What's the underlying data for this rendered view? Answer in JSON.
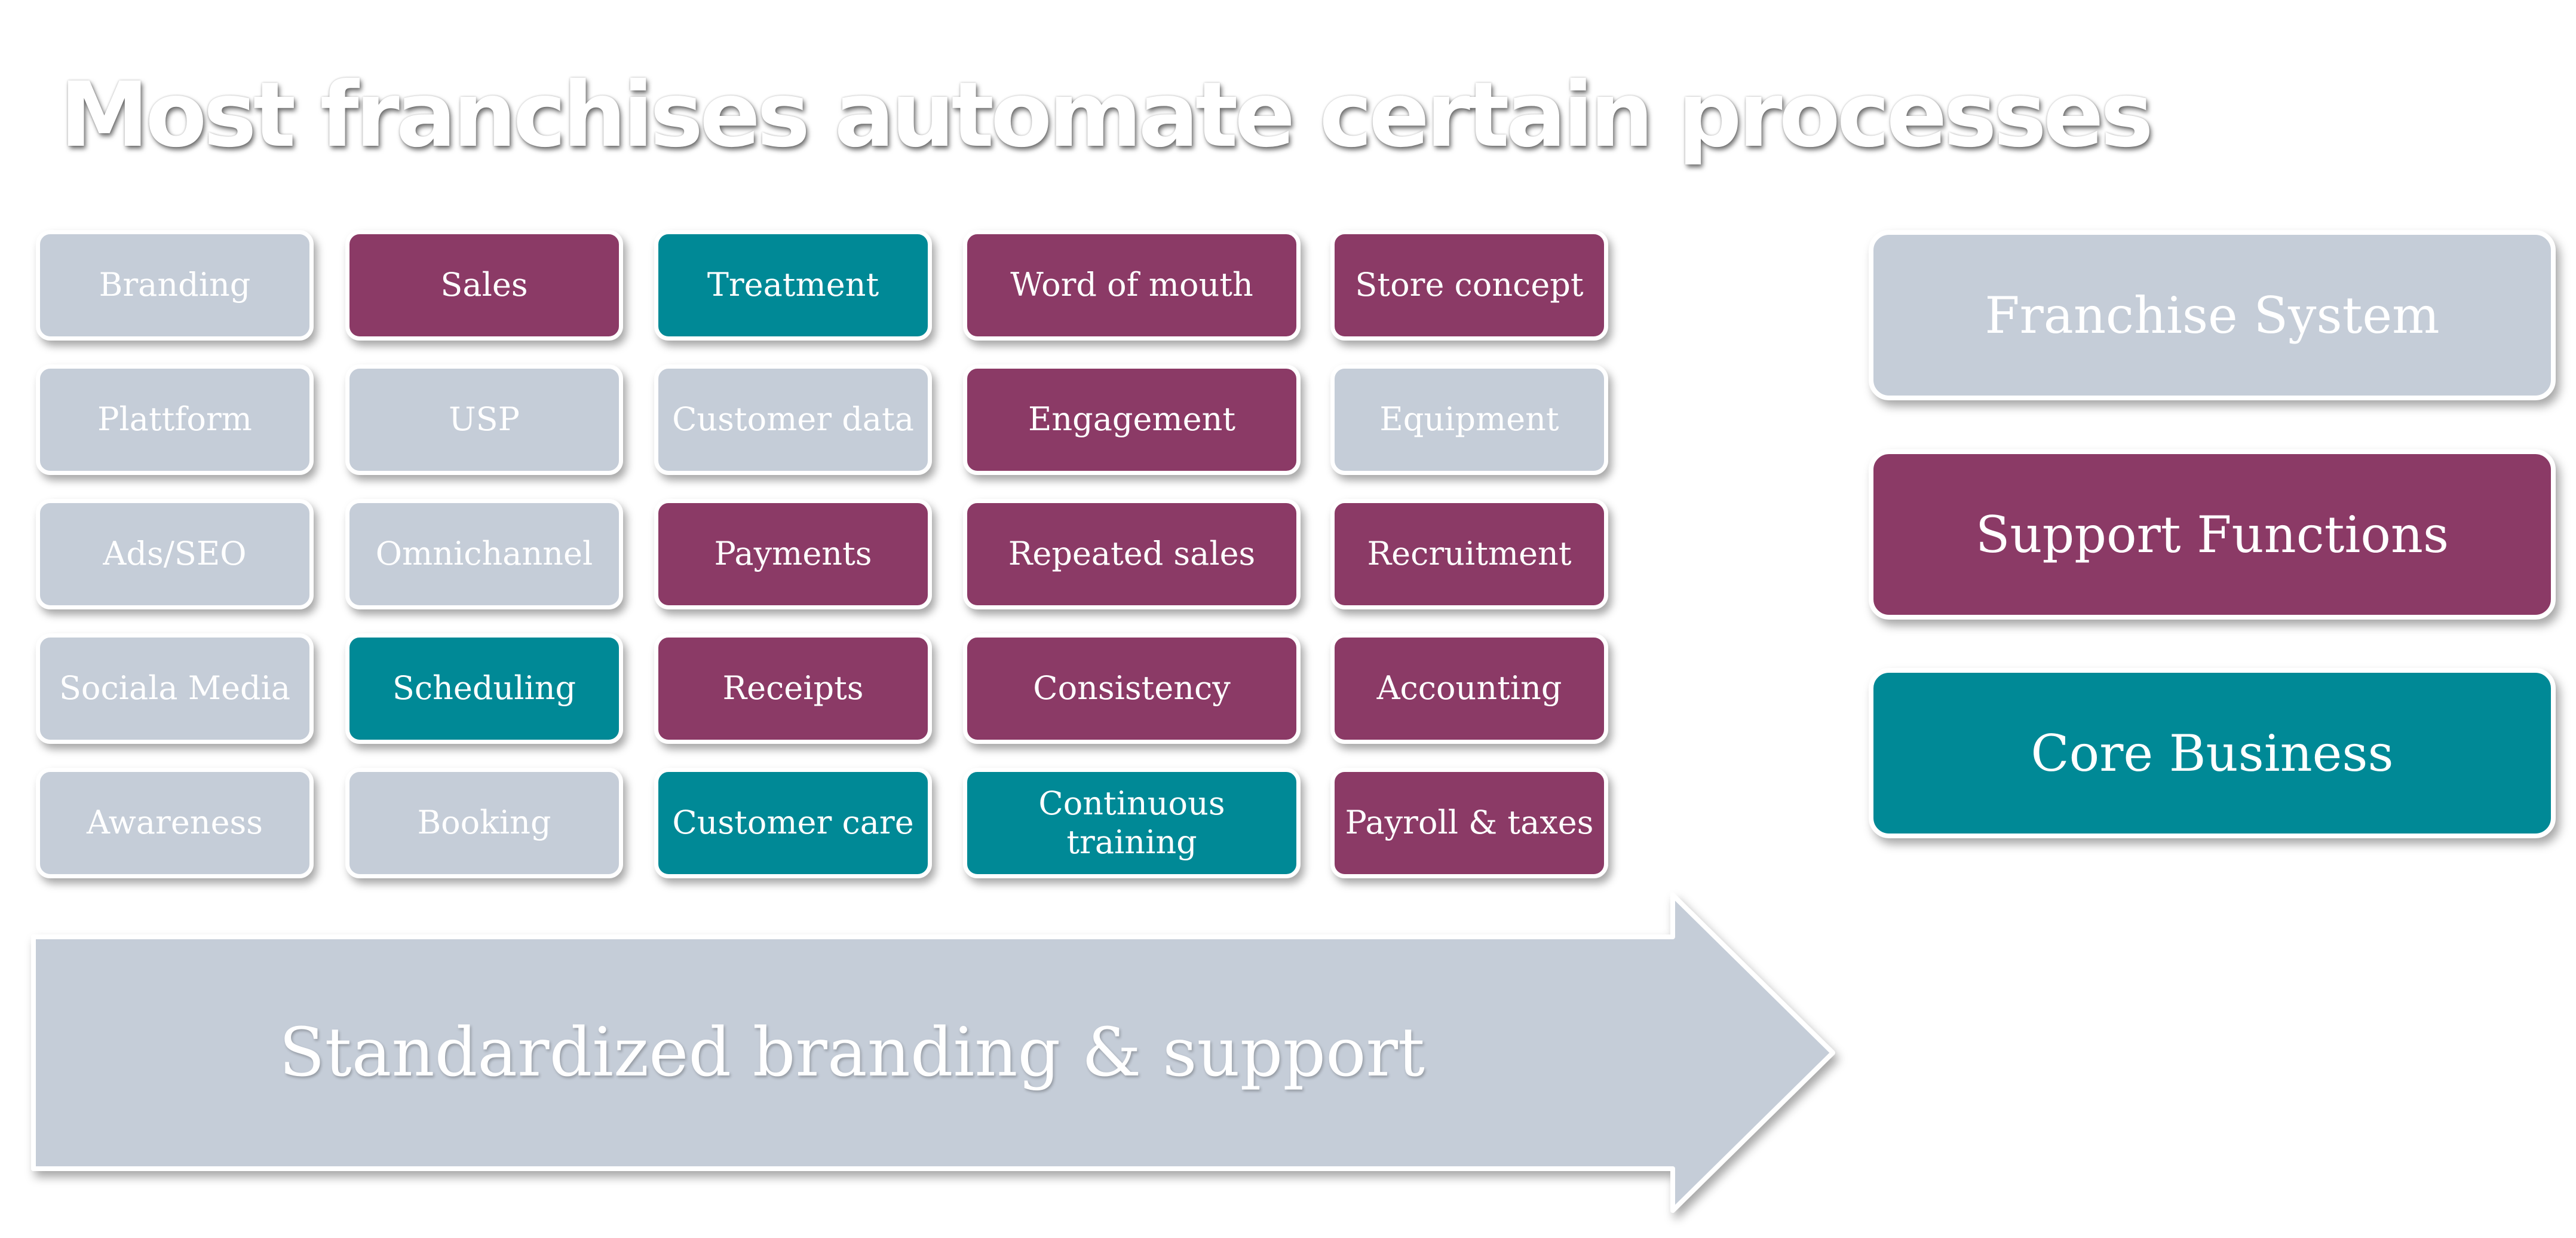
{
  "title": "Most franchises automate certain processes",
  "tiles": {
    "branding": "Branding",
    "sales": "Sales",
    "treatment": "Treatment",
    "word_of_mouth": "Word of mouth",
    "store_concept": "Store concept",
    "plattform": "Plattform",
    "usp": "USP",
    "customer_data": "Customer data",
    "engagement": "Engagement",
    "equipment": "Equipment",
    "ads_seo": "Ads/SEO",
    "omnichannel": "Omnichannel",
    "payments": "Payments",
    "repeated_sales": "Repeated sales",
    "recruitment": "Recruitment",
    "sociala_media": "Sociala Media",
    "scheduling": "Scheduling",
    "receipts": "Receipts",
    "consistency": "Consistency",
    "accounting": "Accounting",
    "awareness": "Awareness",
    "booking": "Booking",
    "customer_care": "Customer care",
    "continuous_training": "Continuous training",
    "payroll_taxes": "Payroll & taxes"
  },
  "legend": {
    "franchise_system": "Franchise System",
    "support_functions": "Support Functions",
    "core_business": "Core Business"
  },
  "arrow": {
    "label": "Standardized branding & support"
  },
  "colors": {
    "franchise_system": "#c5cdd8",
    "support_functions": "#8b3a66",
    "core_business": "#008996"
  }
}
